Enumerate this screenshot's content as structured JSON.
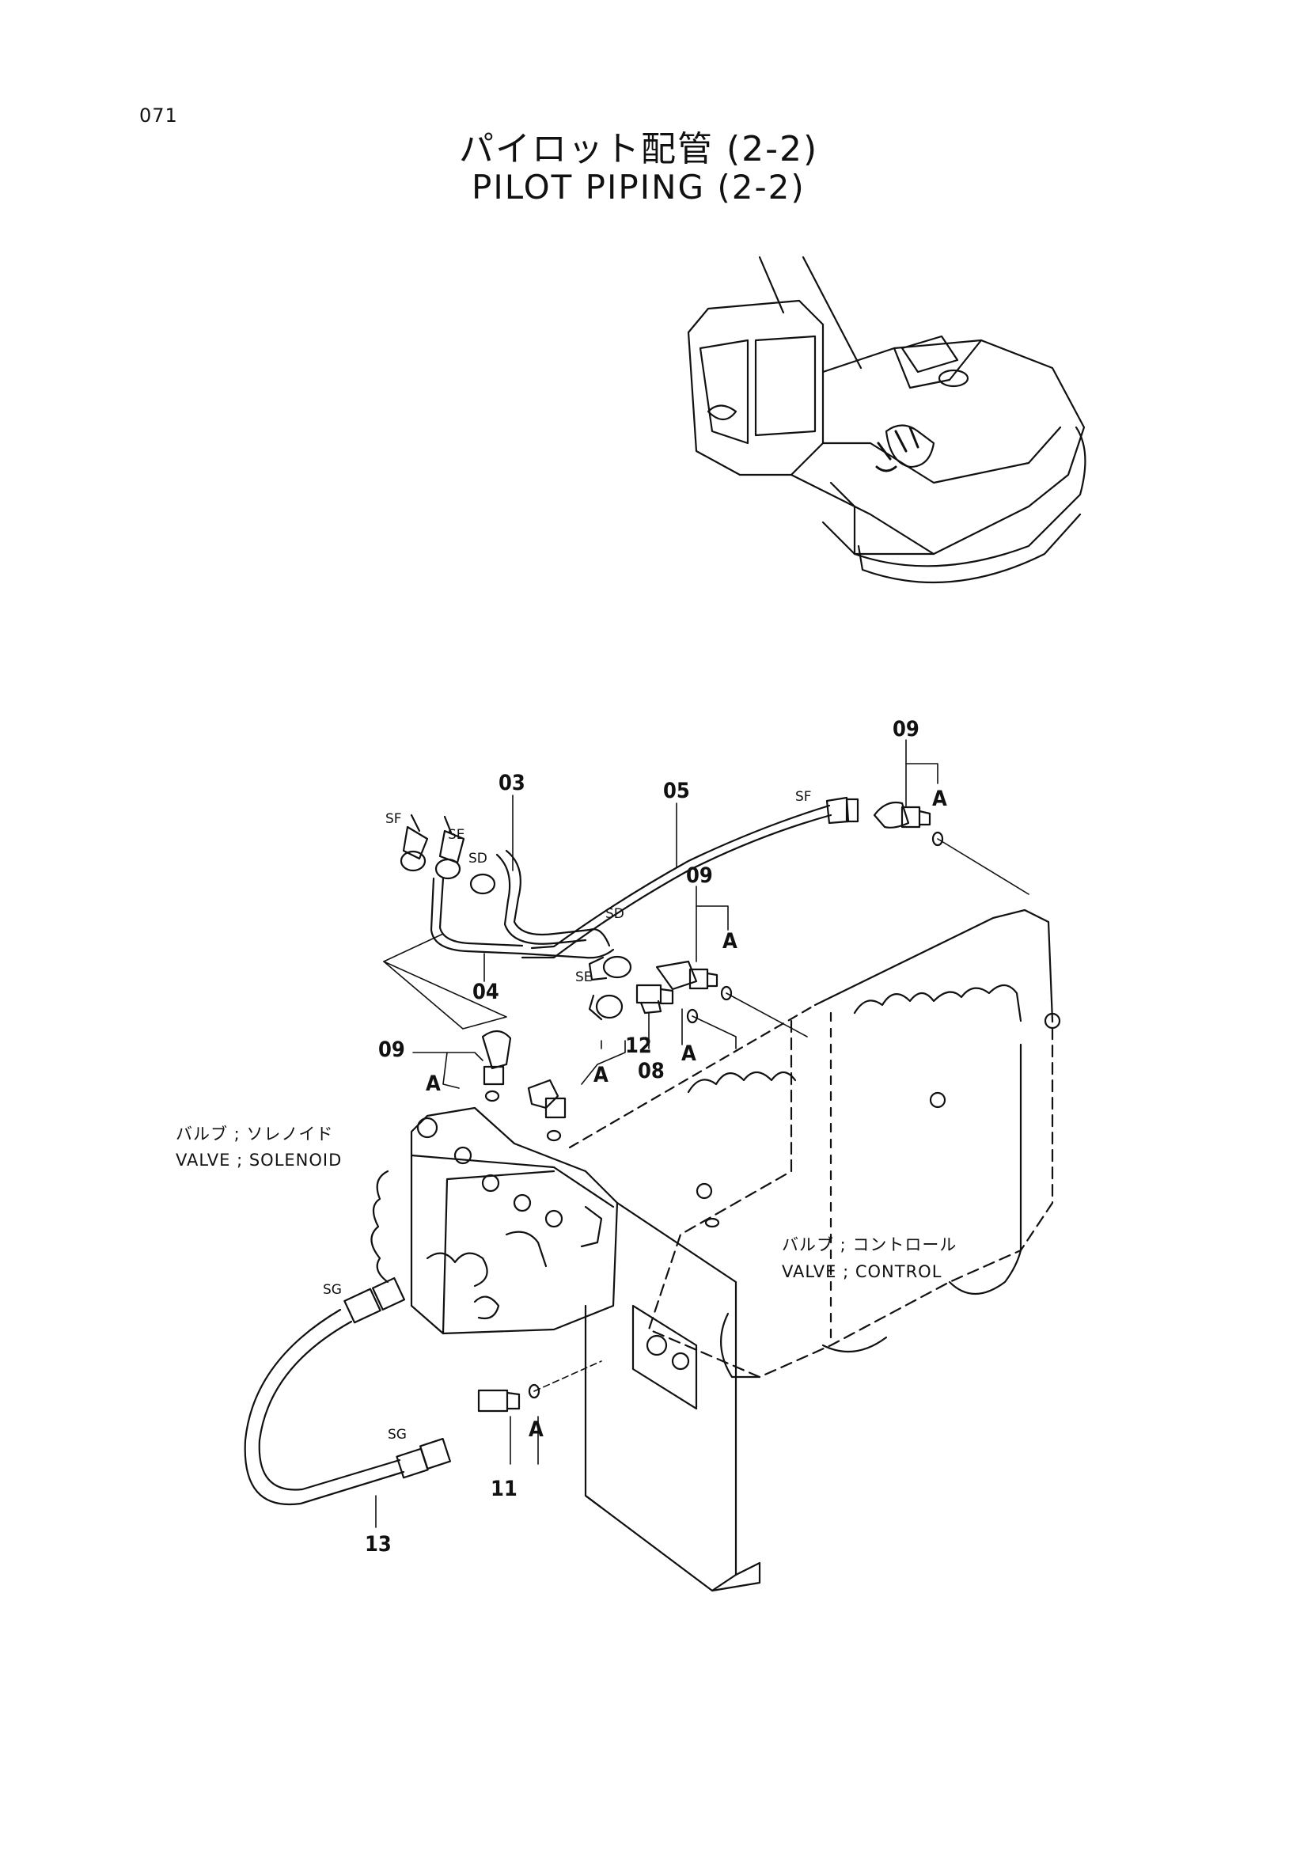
{
  "page_number": "071",
  "title_jp": "パイロット配管 (2-2)",
  "title_en": "PILOT PIPING (2-2)",
  "components": {
    "solenoid_valve": {
      "label_jp": "バルブ ; ソレノイド",
      "label_en": "VALVE ; SOLENOID"
    },
    "control_valve": {
      "label_jp": "バルブ ; コントロール",
      "label_en": "VALVE ; CONTROL"
    }
  },
  "callouts": {
    "p03": "03",
    "p04": "04",
    "p05": "05",
    "p08": "08",
    "p09a": "09",
    "p09b": "09",
    "p09c": "09",
    "p11": "11",
    "p12": "12",
    "p13": "13"
  },
  "ports": {
    "sf1": "SF",
    "se1": "SE",
    "sd1": "SD",
    "sf2": "SF",
    "sd2": "SD",
    "se2": "SE",
    "sg1": "SG",
    "sg2": "SG"
  },
  "oring_markers": {
    "a1": "A",
    "a2": "A",
    "a3": "A",
    "a4": "A",
    "a5": "A",
    "a6": "A"
  }
}
